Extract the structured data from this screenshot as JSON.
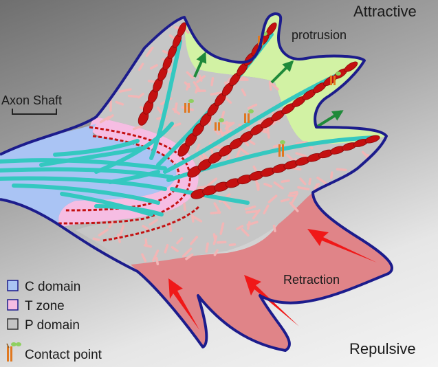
{
  "labels": {
    "attractive": "Attractive",
    "repulsive": "Repulsive",
    "protrusion": "protrusion",
    "retraction": "Retraction",
    "axon_shaft": "Axon Shaft"
  },
  "legend": [
    {
      "label": "C domain",
      "color": "#aac4f4"
    },
    {
      "label": "T zone",
      "color": "#f6bde3"
    },
    {
      "label": "P domain",
      "color": "#c4c4c4"
    },
    {
      "label": "Contact point",
      "color": "#e07820"
    }
  ],
  "colors": {
    "outline": "#1c1c8c",
    "c_domain": "#aac4f4",
    "t_zone": "#f6bde3",
    "p_domain": "#c6c6c6",
    "protrusion_area": "#d2f2a4",
    "retraction_area": "#e08488",
    "microtubule": "#34c8c0",
    "actin_bundle": "#c41010",
    "actin_mesh": "#f2b6b6",
    "protrusion_arrow": "#1f8a3a",
    "retraction_arrow": "#f01818",
    "contact_orange": "#e07820",
    "contact_green": "#8fd060"
  }
}
